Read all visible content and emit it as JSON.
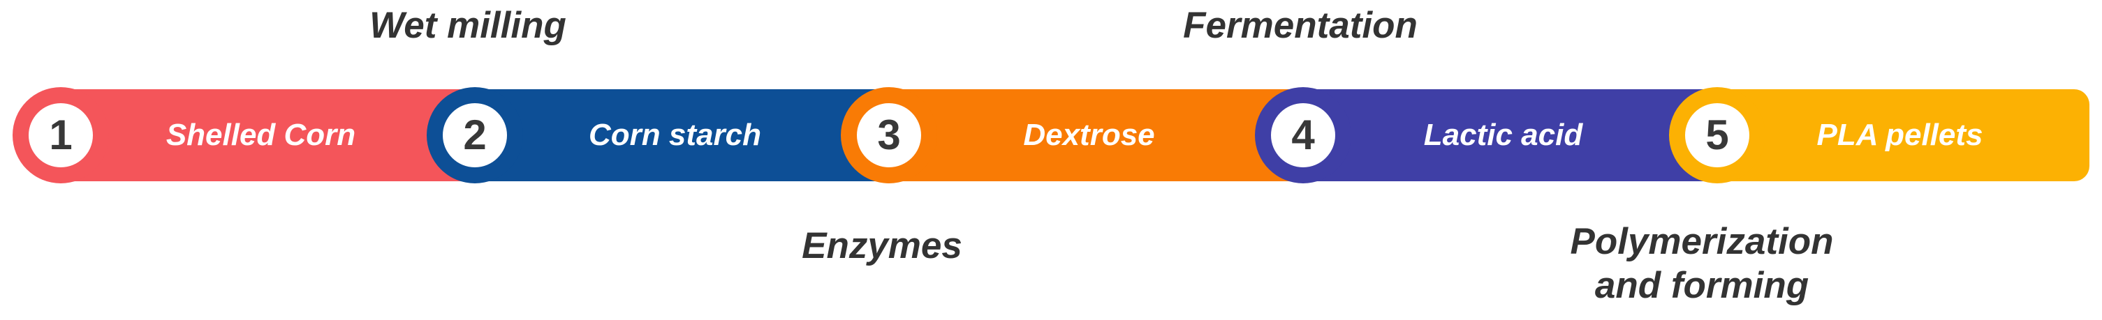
{
  "diagram": {
    "background_color": "#ffffff",
    "label_color": "#333333",
    "step_label_color": "#ffffff",
    "step_number_color": "#383838",
    "badge_background": "#ffffff",
    "steps": [
      {
        "number": "1",
        "label": "Shelled Corn",
        "color": "#f4555a"
      },
      {
        "number": "2",
        "label": "Corn starch",
        "color": "#0d4f96"
      },
      {
        "number": "3",
        "label": "Dextrose",
        "color": "#f97b05"
      },
      {
        "number": "4",
        "label": "Lactic acid",
        "color": "#3f3fa6"
      },
      {
        "number": "5",
        "label": "PLA pellets",
        "color": "#fcb103"
      }
    ],
    "transitions": [
      {
        "label": "Wet milling",
        "position": "above",
        "between_steps": "1-2"
      },
      {
        "label": "Enzymes",
        "position": "below",
        "between_steps": "2-3"
      },
      {
        "label": "Fermentation",
        "position": "above",
        "between_steps": "3-4"
      },
      {
        "label": "Polymerization and forming",
        "position": "below",
        "between_steps": "4-5"
      }
    ]
  }
}
